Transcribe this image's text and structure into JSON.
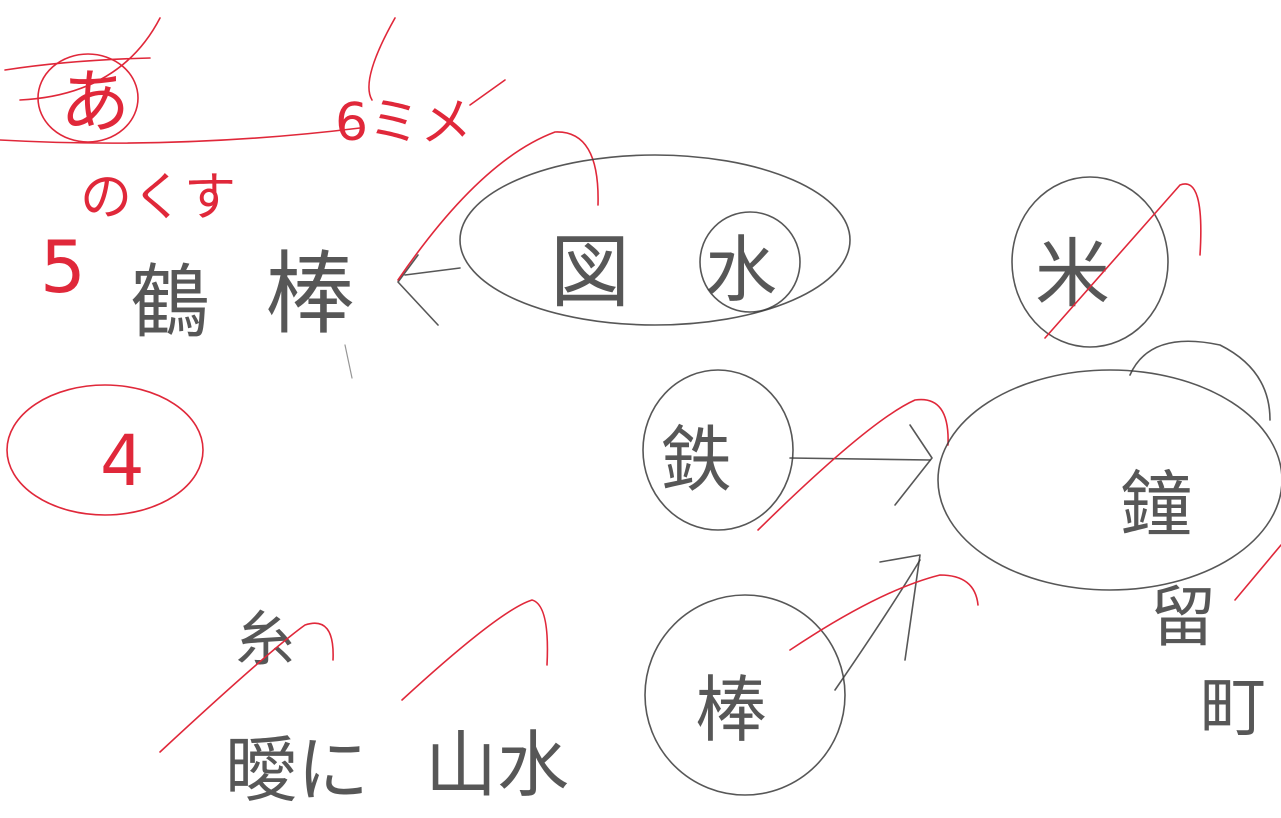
{
  "handwriting": {
    "title_circled": "あ",
    "top_line_1": "6ミメ",
    "top_line_2": "のくす",
    "left_word": "鶴",
    "left_word_2": "棒",
    "left_symbol": "5",
    "circled_number": "4",
    "oval_chars": [
      "図",
      "水"
    ],
    "circle_top_right": "米",
    "circle_mid": "鉄",
    "circle_bottom": "棒",
    "big_oval_char": "鐘",
    "right_col_1": "留",
    "right_col_2": "町",
    "bottom_left_top": "糸",
    "bottom_left_main": "曖に",
    "bottom_mid": "山水"
  },
  "colors": {
    "pencil": "#3a3a3a",
    "red_pen": "#e0283a",
    "paper": "#ffffff"
  }
}
